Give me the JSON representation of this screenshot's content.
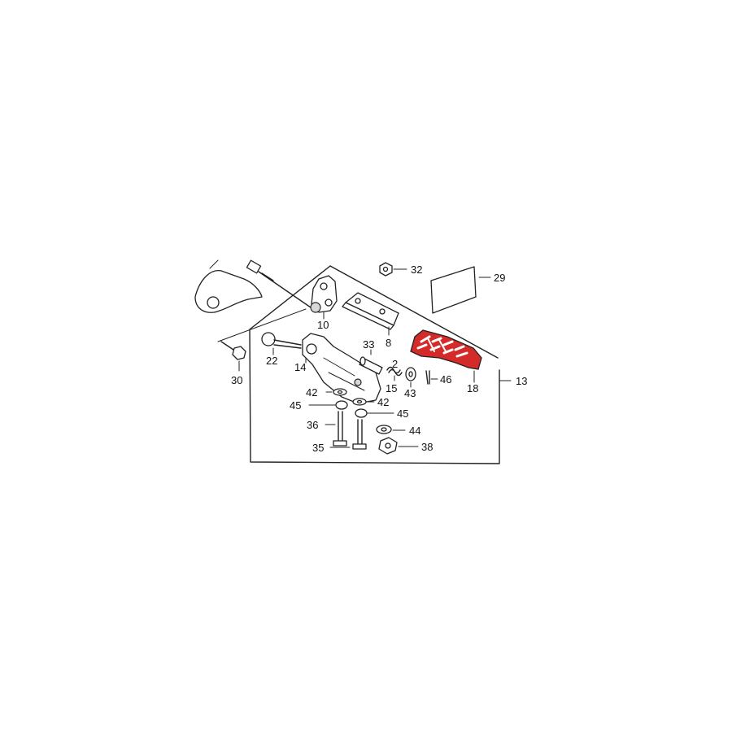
{
  "callouts": {
    "c10": "10",
    "c8": "8",
    "c32": "32",
    "c29": "29",
    "c22": "22",
    "c14": "14",
    "c33": "33",
    "c2": "2",
    "c15": "15",
    "c43": "43",
    "c46": "46",
    "c18": "18",
    "c13": "13",
    "c30": "30",
    "c42a": "42",
    "c42b": "42",
    "c45a": "45",
    "c45b": "45",
    "c36": "36",
    "c44": "44",
    "c35": "35",
    "c38": "38"
  },
  "colors": {
    "highlight": "#d42a2a",
    "ink": "#222222"
  }
}
